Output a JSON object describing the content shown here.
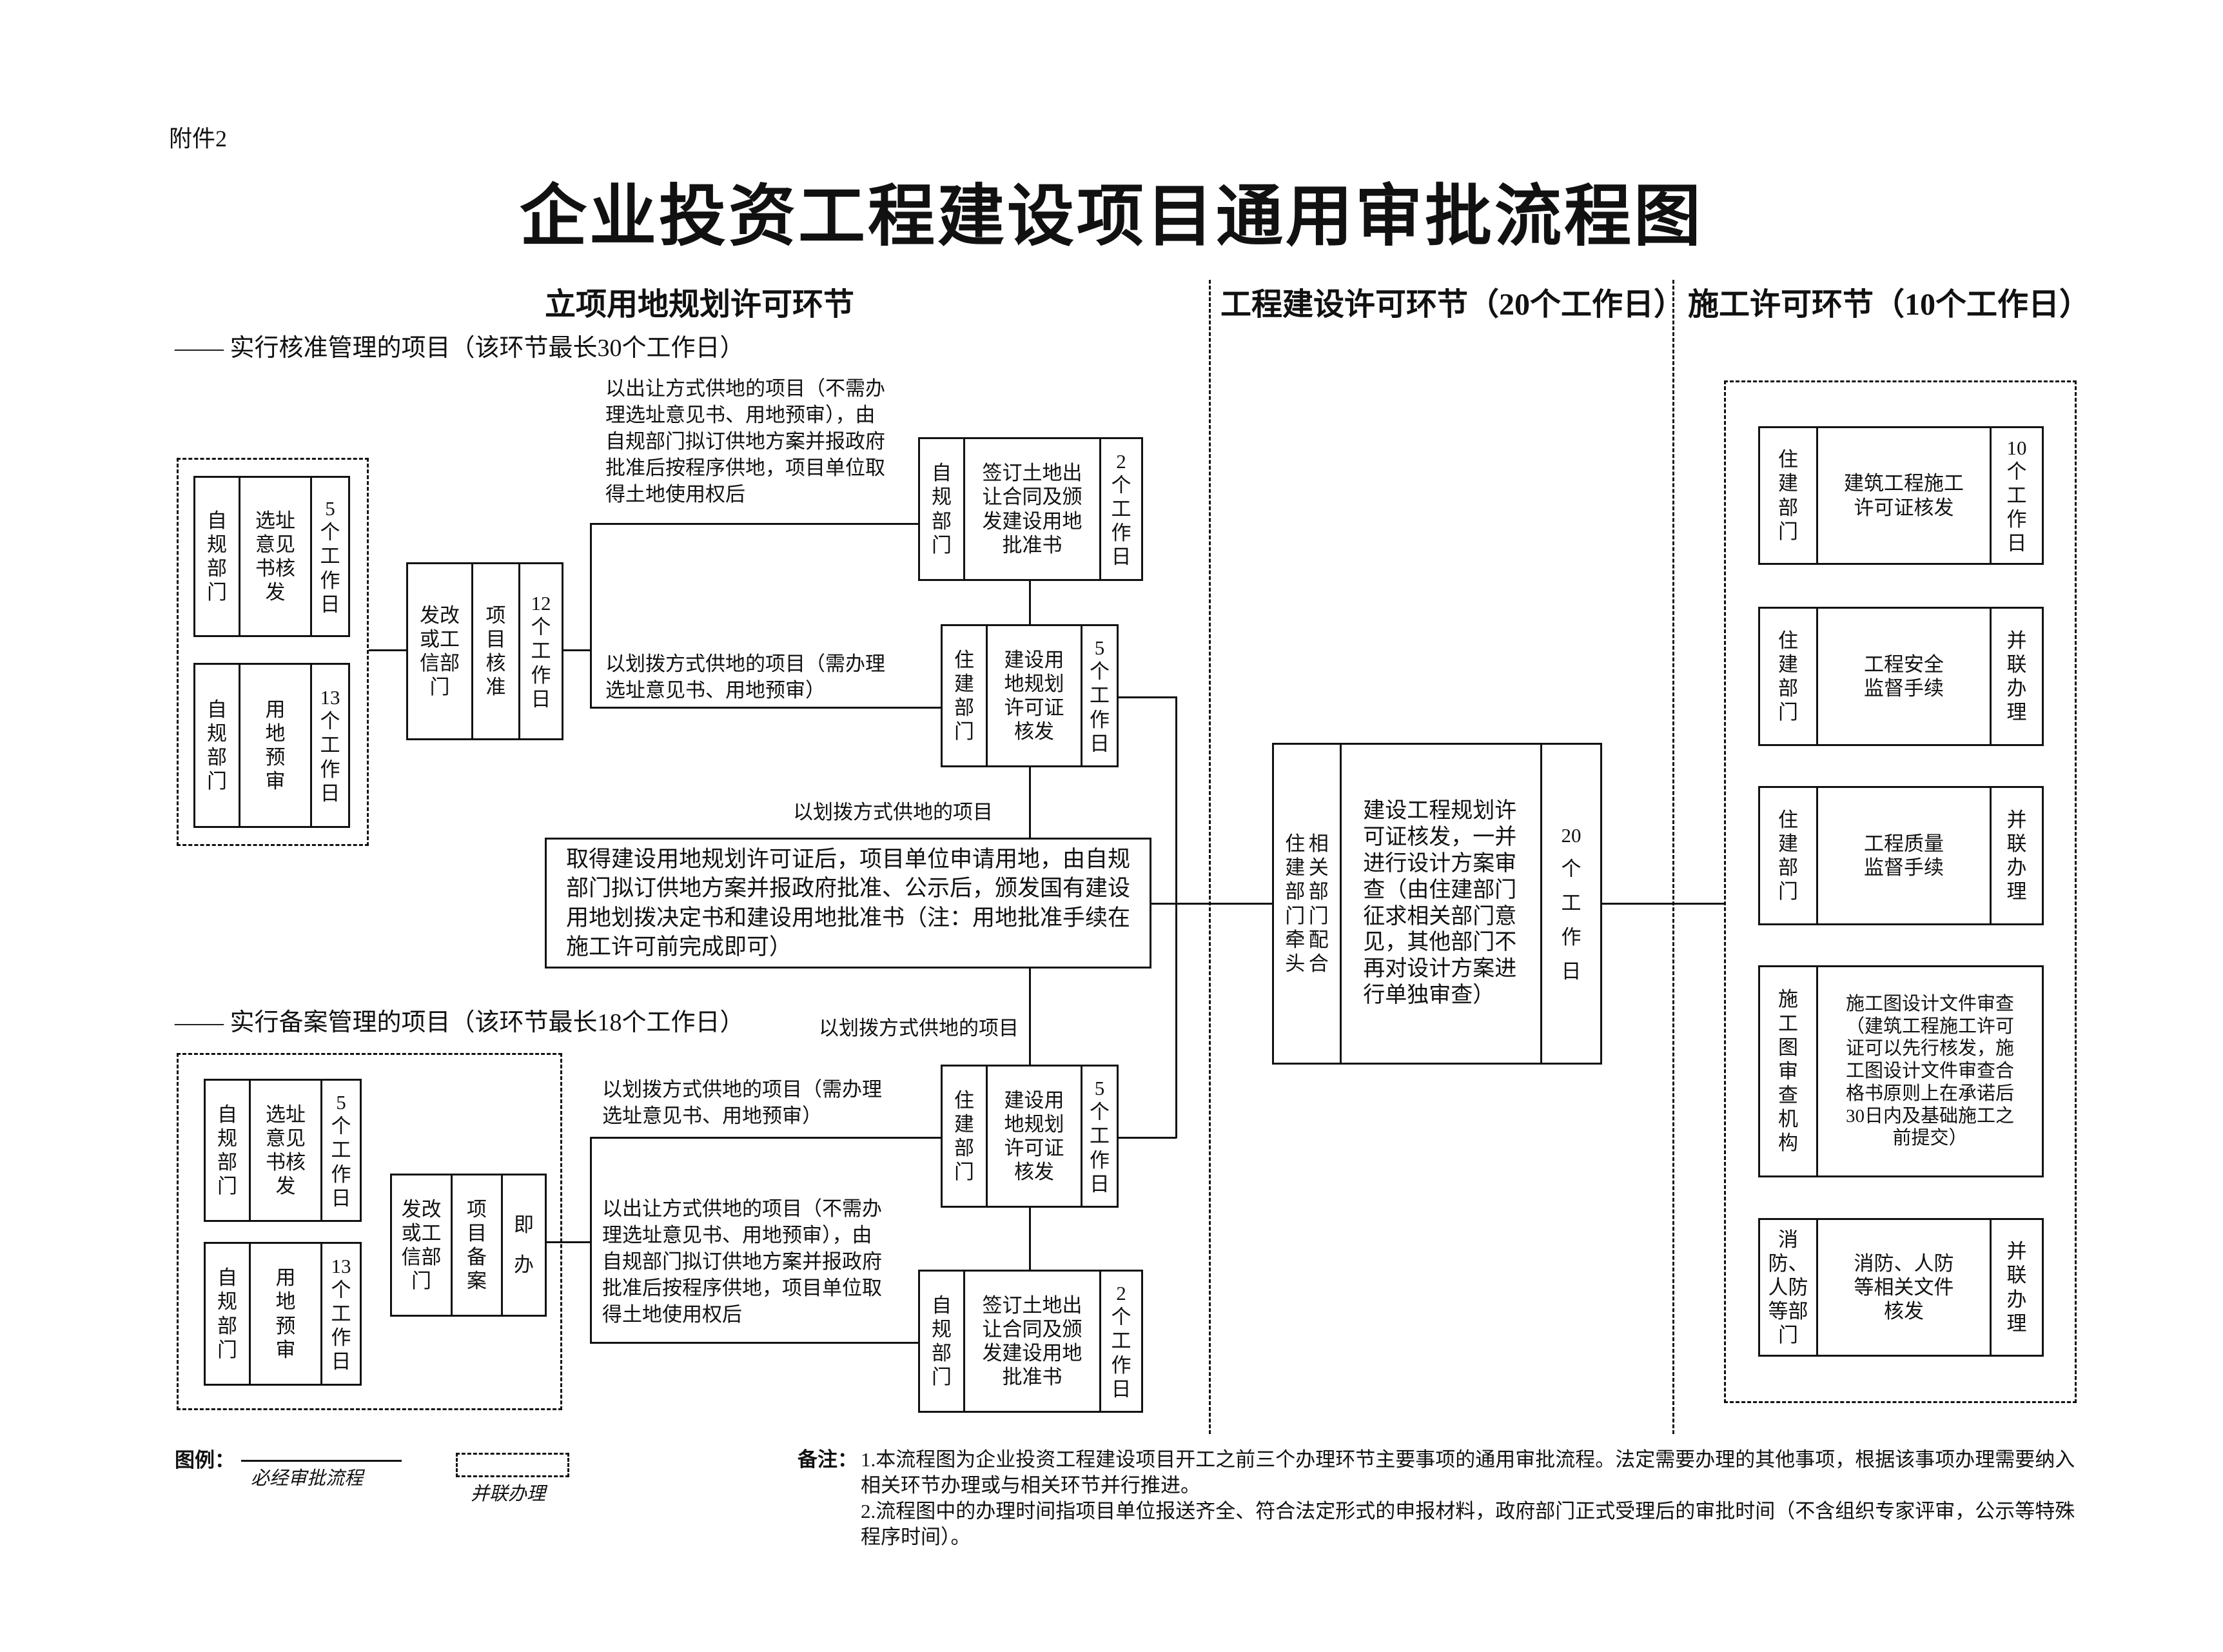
{
  "attachment": "附件2",
  "title": "企业投资工程建设项目通用审批流程图",
  "sections": {
    "s1": "立项用地规划许可环节",
    "s2": "工程建设许可环节（20个工作日）",
    "s3": "施工许可环节（10个工作日）"
  },
  "approval_track": {
    "heading": "—— 实行核准管理的项目（该环节最长30个工作日）",
    "site_box": {
      "dept": "自规部门",
      "task": "选址意见书核发",
      "time": "5个工作日"
    },
    "landpre_box": {
      "dept": "自规部门",
      "task": "用地预审",
      "time": "13个工作日"
    },
    "project_box": {
      "dept": "发改或工信部门",
      "task": "项目核准",
      "time": "12个工作日"
    },
    "transfer_note": "以出让方式供地的项目（不需办理选址意见书、用地预审），由自规部门拟订供地方案并报政府批准后按程序供地，项目单位取得土地使用权后",
    "contract_box": {
      "dept": "自规部门",
      "task": "签订土地出让合同及颁发建设用地批准书",
      "time": "2个工作日"
    },
    "allocation_note": "以划拨方式供地的项目（需办理选址意见书、用地预审）",
    "permit_box": {
      "dept": "住建部门",
      "task": "建设用地规划许可证核发",
      "time": "5个工作日"
    },
    "allocation_label": "以划拨方式供地的项目"
  },
  "allocation_box": "取得建设用地规划许可证后，项目单位申请用地，由自规部门拟订供地方案并报政府批准、公示后，颁发国有建设用地划拨决定书和建设用地批准书（注：用地批准手续在施工许可前完成即可）",
  "filing_track": {
    "heading": "—— 实行备案管理的项目（该环节最长18个工作日）",
    "allocation_label": "以划拨方式供地的项目",
    "site_box": {
      "dept": "自规部门",
      "task": "选址意见书核发",
      "time": "5个工作日"
    },
    "landpre_box": {
      "dept": "自规部门",
      "task": "用地预审",
      "time": "13个工作日"
    },
    "project_box": {
      "dept": "发改或工信部门",
      "task": "项目备案",
      "time": "即办"
    },
    "allocation_note": "以划拨方式供地的项目（需办理选址意见书、用地预审）",
    "permit_box": {
      "dept": "住建部门",
      "task": "建设用地规划许可证核发",
      "time": "5个工作日"
    },
    "transfer_note": "以出让方式供地的项目（不需办理选址意见书、用地预审），由自规部门拟订供地方案并报政府批准后按程序供地，项目单位取得土地使用权后",
    "contract_box": {
      "dept": "自规部门",
      "task": "签订土地出让合同及颁发建设用地批准书",
      "time": "2个工作日"
    }
  },
  "construction_box": {
    "lead": "住建部门牵头",
    "assist": "相关部门配合",
    "task": "建设工程规划许可证核发，一并进行设计方案审查（由住建部门征求相关部门意见，其他部门不再对设计方案进行单独审查）",
    "time": "20个工作日"
  },
  "permit_stage": [
    {
      "dept": "住建部门",
      "task": "建筑工程施工许可证核发",
      "time": "10个工作日"
    },
    {
      "dept": "住建部门",
      "task": "工程安全监督手续",
      "time": "并联办理"
    },
    {
      "dept": "住建部门",
      "task": "工程质量监督手续",
      "time": "并联办理"
    },
    {
      "dept": "施工图审查机构",
      "task": "施工图设计文件审查（建筑工程施工许可证可以先行核发，施工图设计文件审查合格书原则上在承诺后30日内及基础施工之前提交）",
      "time": ""
    },
    {
      "dept": "消防、人防等部门",
      "task": "消防、人防等相关文件核发",
      "time": "并联办理"
    }
  ],
  "legend": {
    "label": "图例：",
    "solid": "必经审批流程",
    "dashed": "并联办理"
  },
  "notes": {
    "label": "备注：",
    "items": [
      "1.本流程图为企业投资工程建设项目开工之前三个办理环节主要事项的通用审批流程。法定需要办理的其他事项，根据该事项办理需要纳入相关环节办理或与相关环节并行推进。",
      "2.流程图中的办理时间指项目单位报送齐全、符合法定形式的申报材料，政府部门正式受理后的审批时间（不含组织专家评审，公示等特殊程序时间）。"
    ]
  }
}
